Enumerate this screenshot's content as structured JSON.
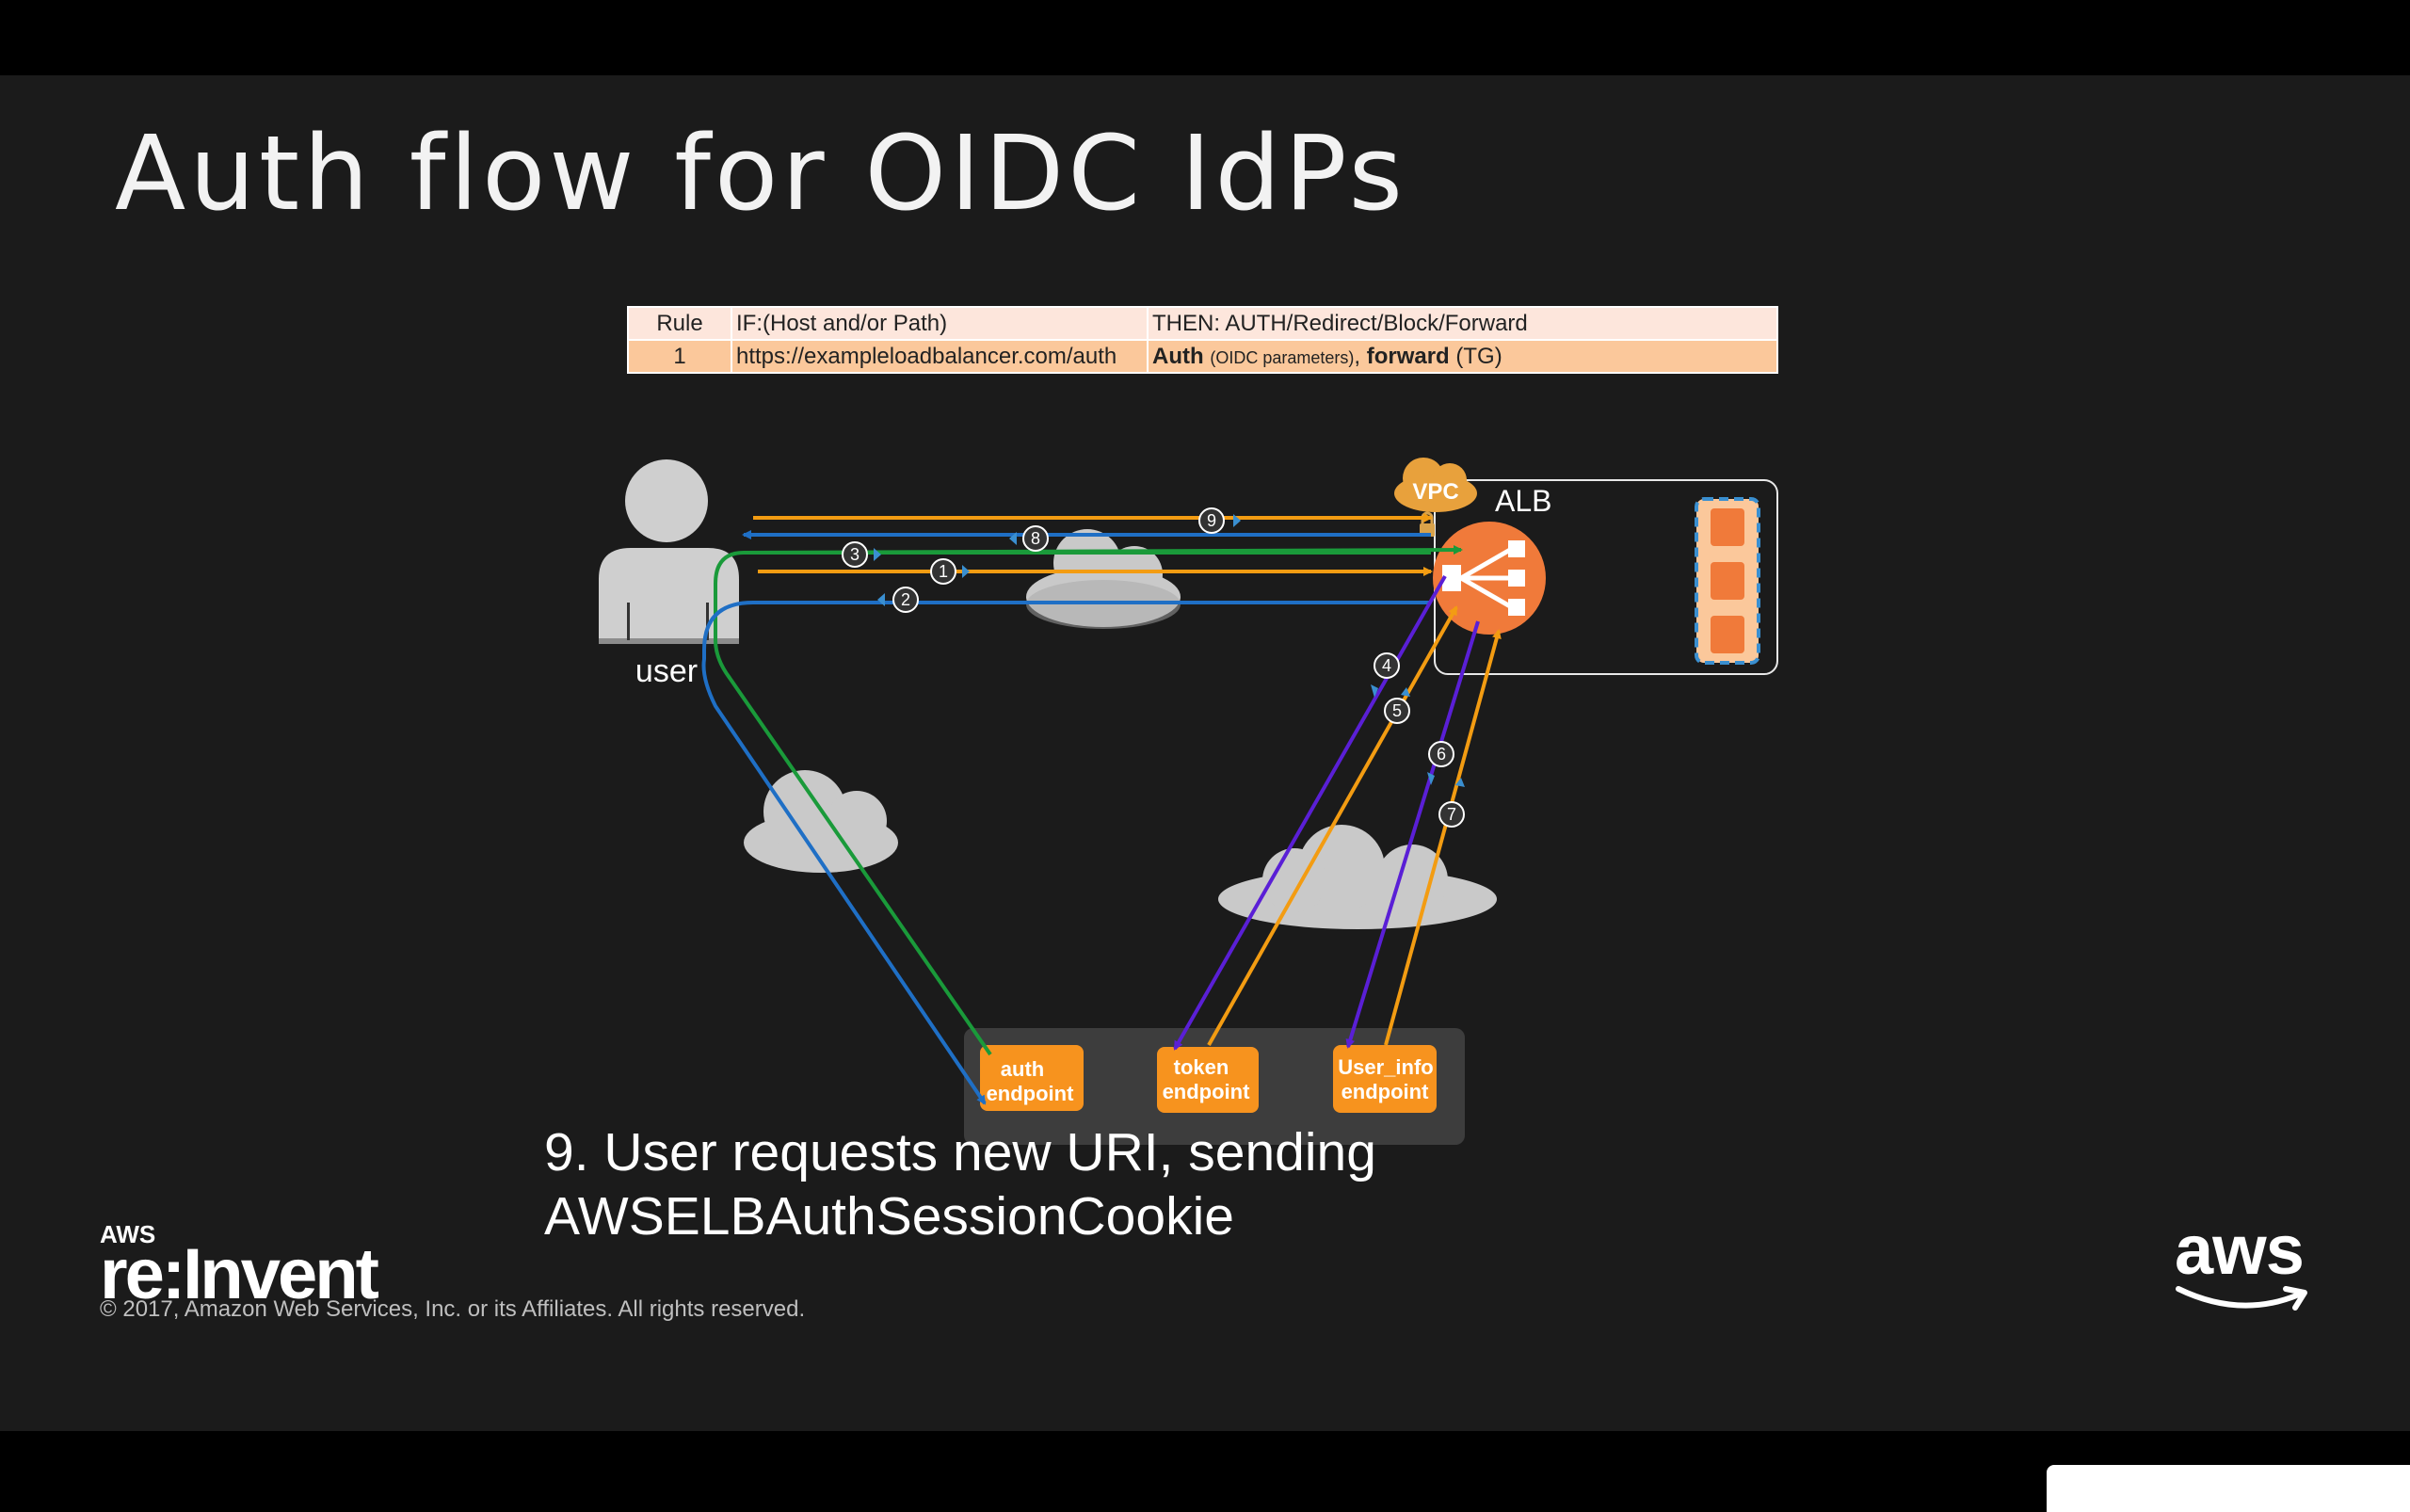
{
  "title": "Auth flow for OIDC IdPs",
  "caption": {
    "line1": "9. User requests new URI, sending",
    "line2": "AWSELBAuthSessionCookie"
  },
  "rule_table": {
    "headers": [
      "Rule",
      "IF:(Host and/or Path)",
      "THEN: AUTH/Redirect/Block/Forward"
    ],
    "row": {
      "rule": "1",
      "condition": "https://exampleloadbalancer.com/auth",
      "action_auth": "Auth",
      "action_params": "(OIDC parameters)",
      "action_sep": ",",
      "action_forward": "forward",
      "action_tg": "(TG)"
    }
  },
  "diagram": {
    "user_label": "user",
    "vpc_label": "VPC",
    "alb_label": "ALB",
    "endpoints": [
      {
        "line1": "auth",
        "line2": "endpoint"
      },
      {
        "line1": "token",
        "line2": "endpoint"
      },
      {
        "line1": "User_info",
        "line2": "endpoint"
      }
    ],
    "steps": [
      "1",
      "2",
      "3",
      "4",
      "5",
      "6",
      "7",
      "8",
      "9"
    ],
    "colors": {
      "orange": "#f39c12",
      "blue": "#1f6fc5",
      "green": "#1a9a3a",
      "purple": "#5a1fd6",
      "cloud": "#c9c9c9",
      "alb": "#f07a3a"
    }
  },
  "footer": {
    "brand_top": "AWS",
    "brand_main": "re:Invent",
    "copyright": "© 2017, Amazon Web Services, Inc. or its Affiliates. All rights reserved.",
    "aws_logo": "aws"
  }
}
